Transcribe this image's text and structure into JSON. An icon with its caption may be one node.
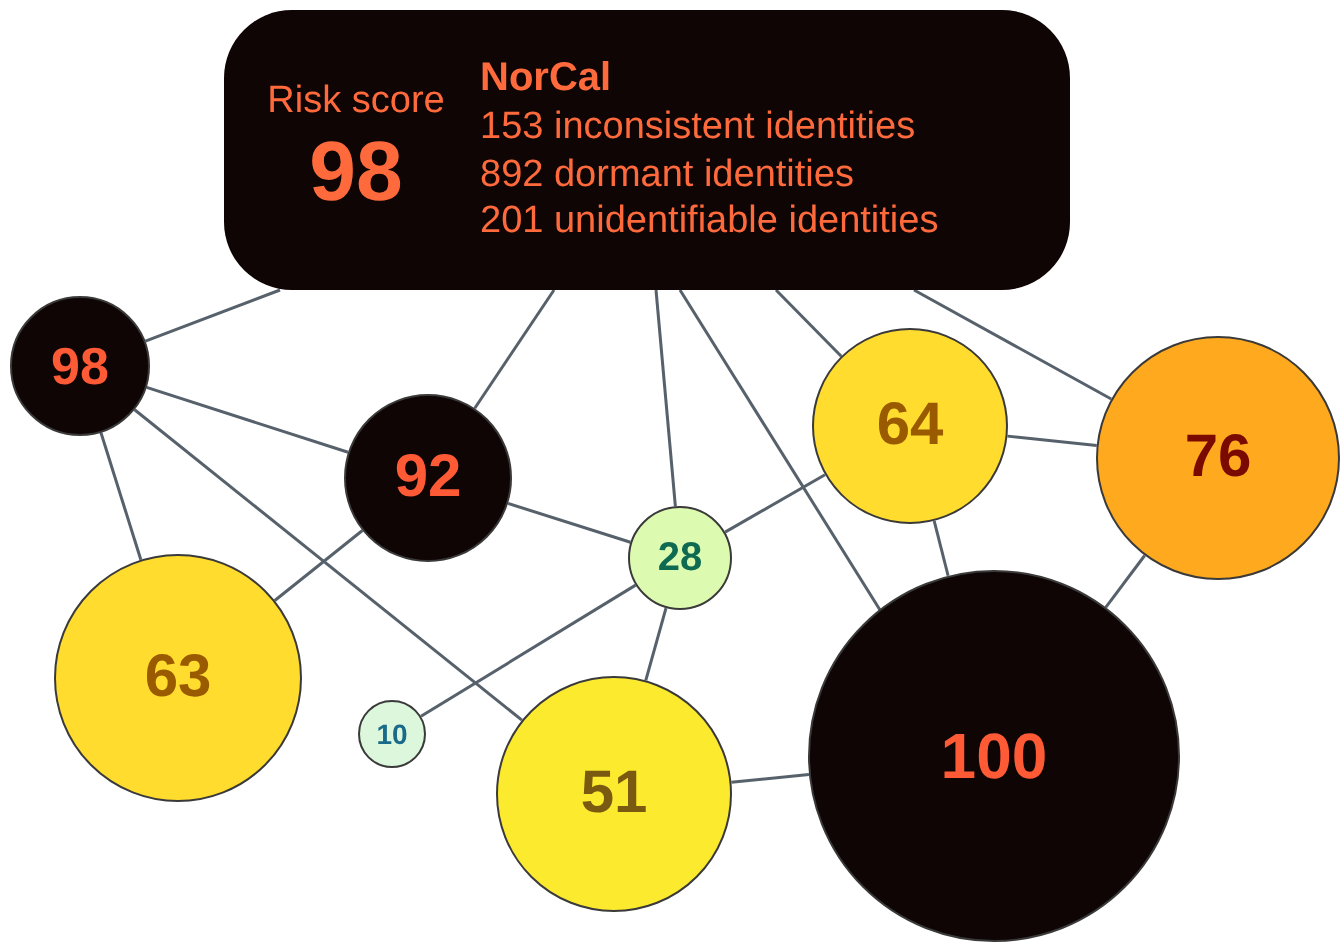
{
  "diagram": {
    "nodes": [
      {
        "text": [
          "Risk score",
          "98",
          "NorCal",
          "153 inconsistent identities",
          "892 dormant identities",
          "201 unidentifiable identities"
        ]
      },
      {
        "text": [
          "98"
        ]
      },
      {
        "text": [
          "92"
        ]
      },
      {
        "text": [
          "64"
        ]
      },
      {
        "text": [
          "76"
        ]
      },
      {
        "text": [
          "28"
        ]
      },
      {
        "text": [
          "63"
        ]
      },
      {
        "text": [
          "10"
        ]
      },
      {
        "text": [
          "51"
        ]
      },
      {
        "text": [
          "100"
        ]
      }
    ],
    "edges": [
      {
        "from": 0,
        "to": 1,
        "arrow": "none"
      },
      {
        "from": 0,
        "to": 2,
        "arrow": "none"
      },
      {
        "from": 0,
        "to": 5,
        "arrow": "none"
      },
      {
        "from": 0,
        "to": 9,
        "arrow": "none"
      },
      {
        "from": 0,
        "to": 3,
        "arrow": "none"
      },
      {
        "from": 0,
        "to": 4,
        "arrow": "none"
      },
      {
        "from": 1,
        "to": 2,
        "arrow": "none"
      },
      {
        "from": 1,
        "to": 6,
        "arrow": "none"
      },
      {
        "from": 1,
        "to": 8,
        "arrow": "none"
      },
      {
        "from": 2,
        "to": 5,
        "arrow": "none"
      },
      {
        "from": 2,
        "to": 6,
        "arrow": "none"
      },
      {
        "from": 5,
        "to": 3,
        "arrow": "none"
      },
      {
        "from": 5,
        "to": 8,
        "arrow": "none"
      },
      {
        "from": 5,
        "to": 7,
        "arrow": "none"
      },
      {
        "from": 3,
        "to": 4,
        "arrow": "none"
      },
      {
        "from": 3,
        "to": 9,
        "arrow": "none"
      },
      {
        "from": 4,
        "to": 9,
        "arrow": "none"
      },
      {
        "from": 8,
        "to": 9,
        "arrow": "none"
      }
    ]
  }
}
